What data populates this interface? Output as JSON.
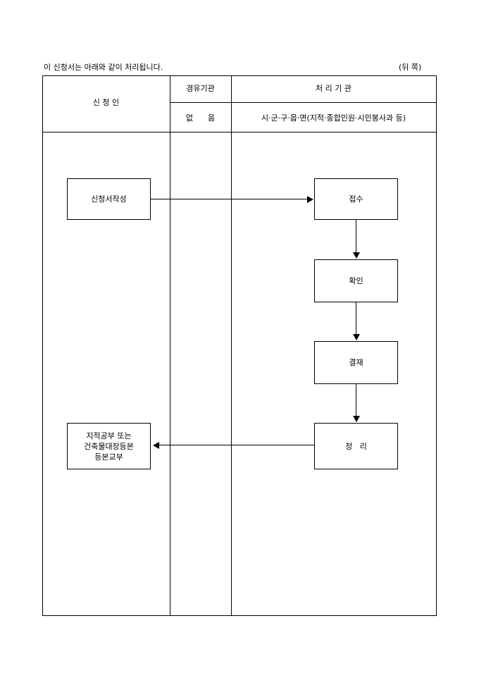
{
  "document": {
    "intro": "이 신청서는 아래와 같이 처리됩니다.",
    "page_side": "(뒤  쪽)"
  },
  "header": {
    "applicant": "신 청 인",
    "via_agency": "경유기관",
    "via_none": "없      음",
    "processing_agency": "처 리 기 관",
    "processing_detail": "시·군·구·읍·면(지적·종합민원·시민봉사과 등)"
  },
  "flow": {
    "write_application": "신청서작성",
    "receive": "접수",
    "confirm": "확인",
    "approve": "결재",
    "organize": "정   리",
    "issue_lines": [
      "지적공부 또는",
      "건축물대장등본",
      "등본교부"
    ]
  }
}
